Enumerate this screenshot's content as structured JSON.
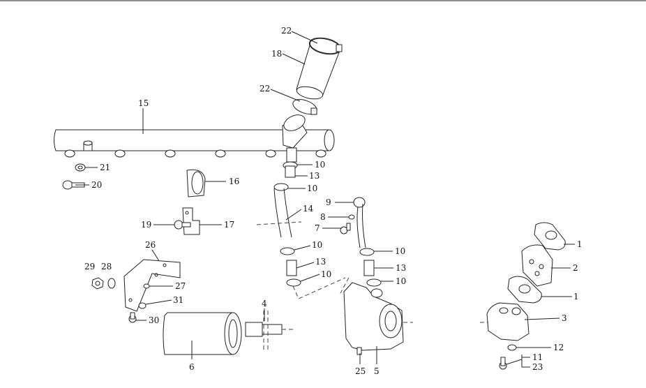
{
  "callouts": [
    {
      "id": "c22a",
      "text": "22"
    },
    {
      "id": "c18",
      "text": "18"
    },
    {
      "id": "c22b",
      "text": "22"
    },
    {
      "id": "c15",
      "text": "15"
    },
    {
      "id": "c21",
      "text": "21"
    },
    {
      "id": "c20",
      "text": "20"
    },
    {
      "id": "c16",
      "text": "16"
    },
    {
      "id": "c19",
      "text": "19"
    },
    {
      "id": "c17",
      "text": "17"
    },
    {
      "id": "c10a",
      "text": "10"
    },
    {
      "id": "c13a",
      "text": "13"
    },
    {
      "id": "c10b",
      "text": "10"
    },
    {
      "id": "c14",
      "text": "14"
    },
    {
      "id": "c10c",
      "text": "10"
    },
    {
      "id": "c13b",
      "text": "13"
    },
    {
      "id": "c10d",
      "text": "10"
    },
    {
      "id": "c9",
      "text": "9"
    },
    {
      "id": "c8",
      "text": "8"
    },
    {
      "id": "c7",
      "text": "7"
    },
    {
      "id": "c10e",
      "text": "10"
    },
    {
      "id": "c13c",
      "text": "13"
    },
    {
      "id": "c10f",
      "text": "10"
    },
    {
      "id": "c26",
      "text": "26"
    },
    {
      "id": "c29",
      "text": "29"
    },
    {
      "id": "c28",
      "text": "28"
    },
    {
      "id": "c27",
      "text": "27"
    },
    {
      "id": "c31",
      "text": "31"
    },
    {
      "id": "c30",
      "text": "30"
    },
    {
      "id": "c4",
      "text": "4"
    },
    {
      "id": "c6",
      "text": "6"
    },
    {
      "id": "c25",
      "text": "25"
    },
    {
      "id": "c5",
      "text": "5"
    },
    {
      "id": "c1a",
      "text": "1"
    },
    {
      "id": "c2",
      "text": "2"
    },
    {
      "id": "c1b",
      "text": "1"
    },
    {
      "id": "c3",
      "text": "3"
    },
    {
      "id": "c12",
      "text": "12"
    },
    {
      "id": "c11",
      "text": "11"
    },
    {
      "id": "c23",
      "text": "23"
    }
  ]
}
